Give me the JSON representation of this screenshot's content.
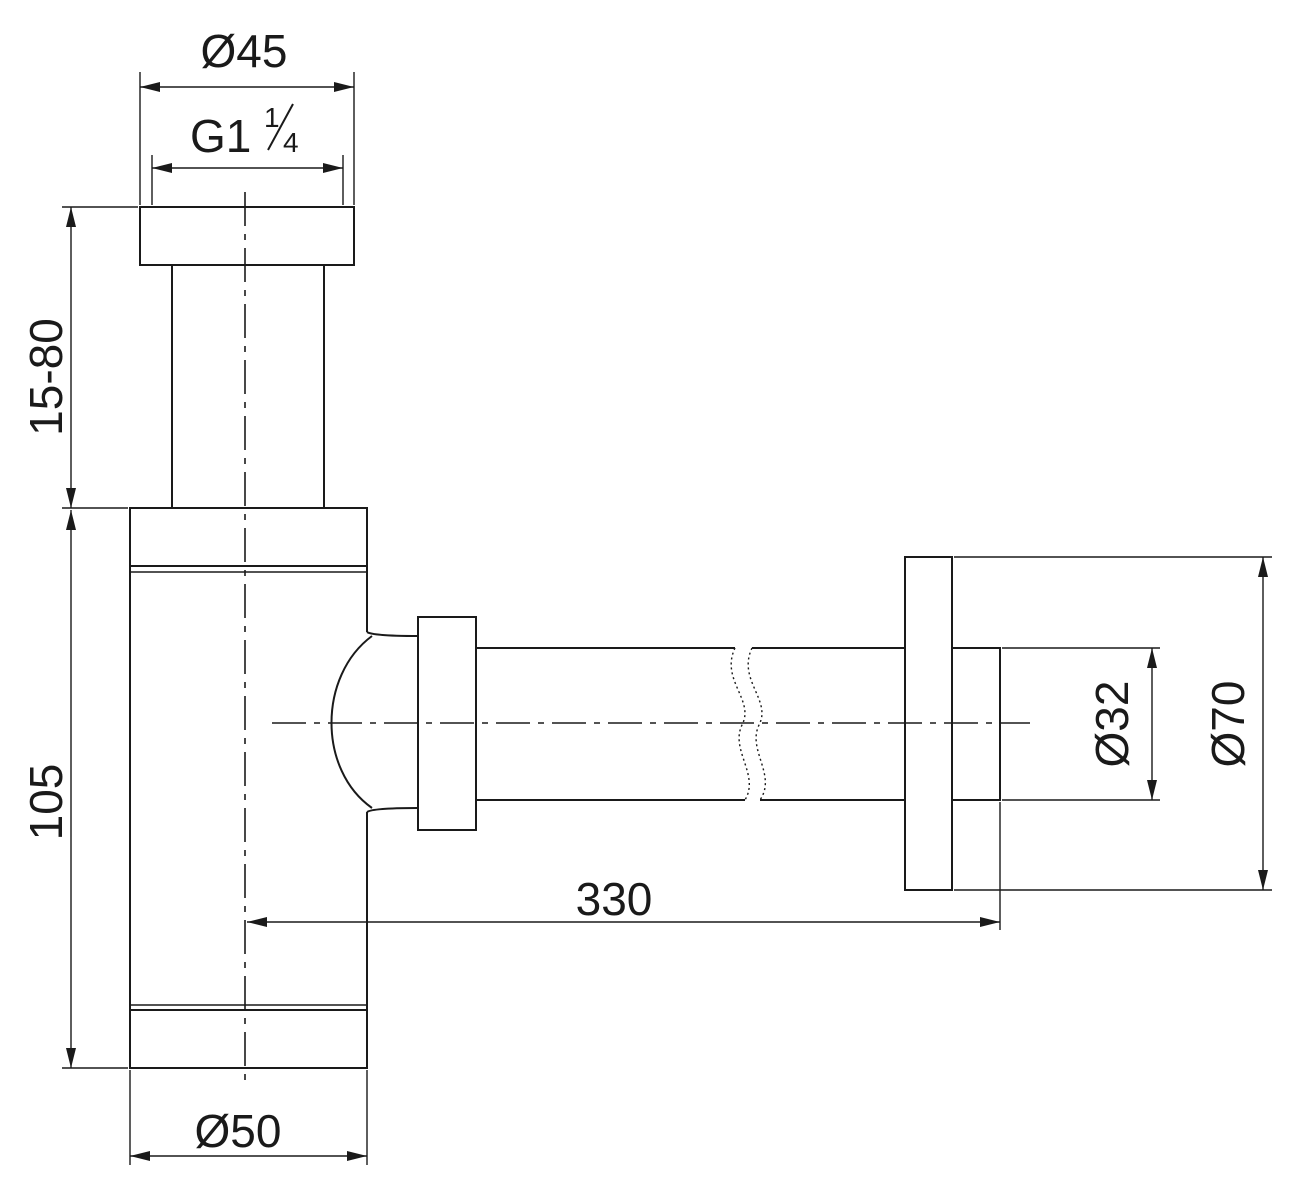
{
  "dimensions": {
    "top_outer_diameter": "Ø45",
    "thread_prefix": "G1",
    "thread_fraction_numerator": "1",
    "thread_fraction_denominator": "4",
    "height_adjust": "15-80",
    "body_height": "105",
    "bottom_diameter": "Ø50",
    "horizontal_length": "330",
    "outlet_pipe_diameter": "Ø32",
    "wall_flange_diameter": "Ø70"
  },
  "colors": {
    "line": "#1a1a1a",
    "background": "#ffffff"
  }
}
